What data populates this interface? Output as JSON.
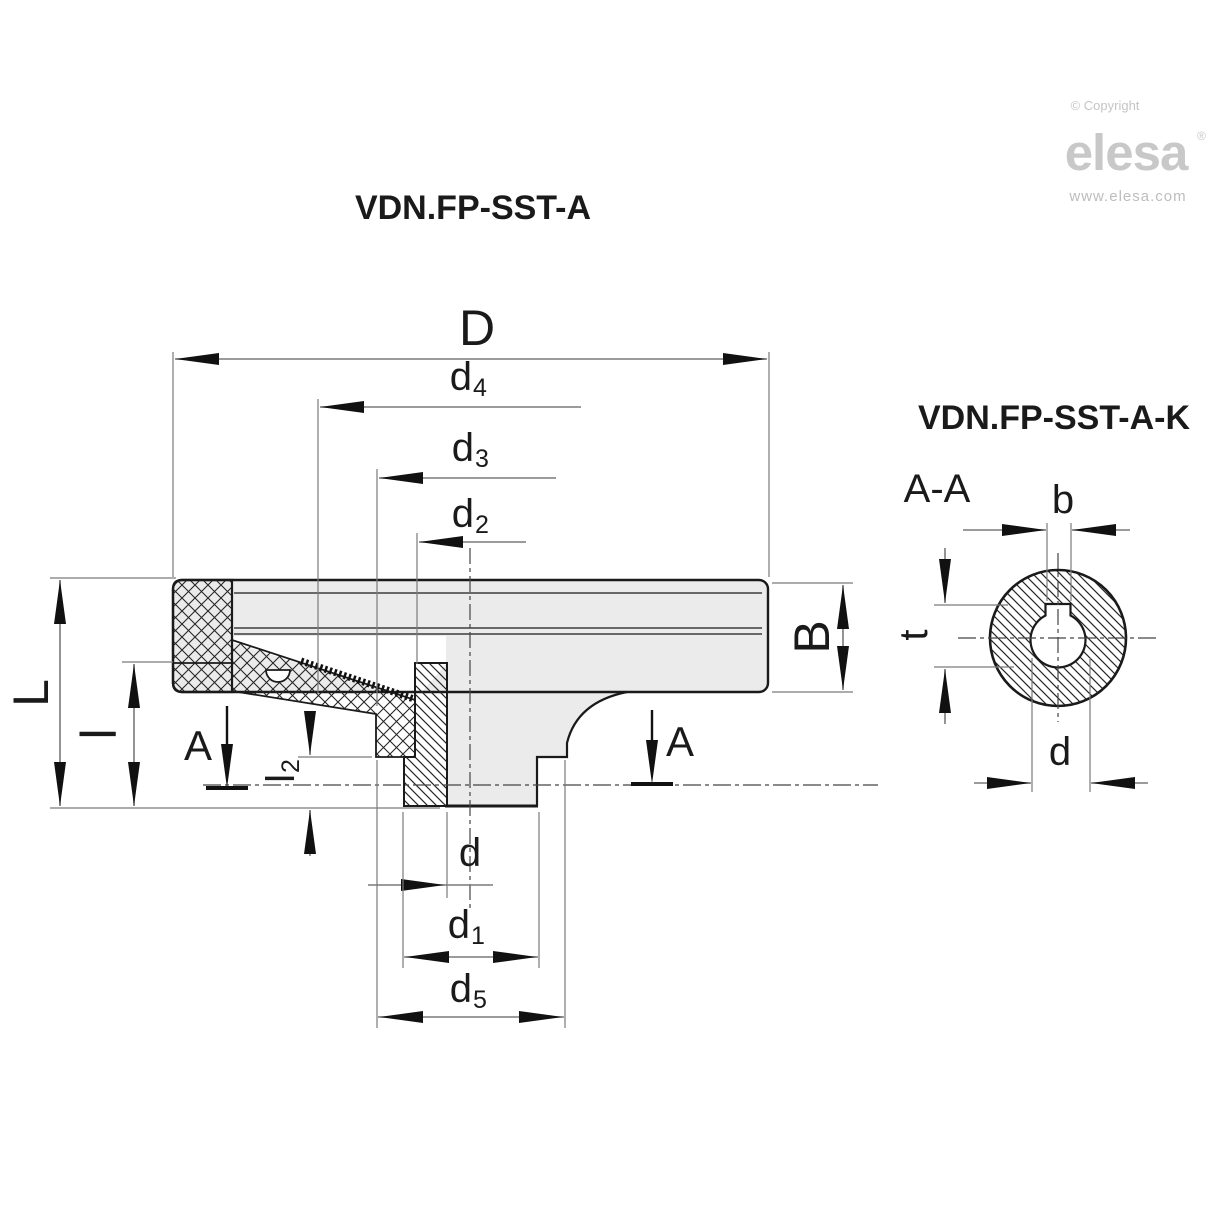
{
  "titles": {
    "main": "VDN.FP-SST-A",
    "side": "VDN.FP-SST-A-K",
    "section": "A-A"
  },
  "branding": {
    "copyright": "© Copyright",
    "logo": "elesa",
    "reg": "®",
    "url": "www.elesa.com"
  },
  "dimensions": {
    "D": "D",
    "d4": {
      "base": "d",
      "sub": "4"
    },
    "d3": {
      "base": "d",
      "sub": "3"
    },
    "d2": {
      "base": "d",
      "sub": "2"
    },
    "d": "d",
    "d1": {
      "base": "d",
      "sub": "1"
    },
    "d5": {
      "base": "d",
      "sub": "5"
    },
    "L": "L",
    "l": "l",
    "l2": {
      "base": "l",
      "sub": "2"
    },
    "B": "B",
    "A_left": "A",
    "A_right": "A",
    "b": "b",
    "t": "t",
    "d_bore": "d"
  },
  "colors": {
    "outline": "#1a1a1a",
    "dim_line": "#7a7a7a",
    "body_fill": "#ebebeb",
    "logo_gray": "#c8c8c8"
  }
}
